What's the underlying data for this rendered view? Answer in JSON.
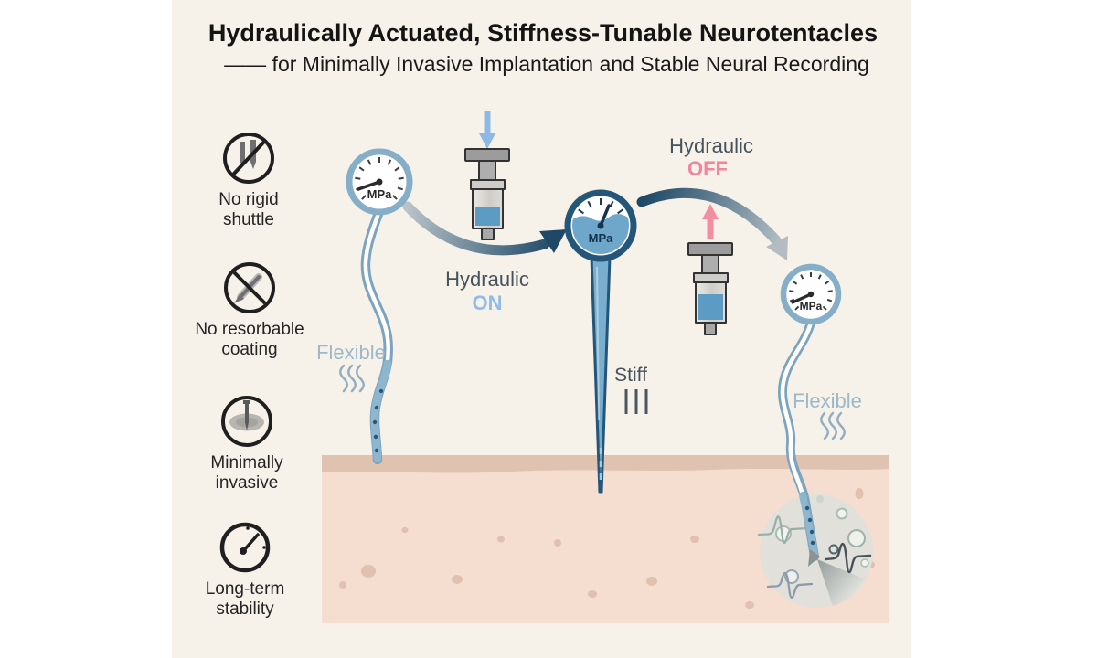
{
  "figure": {
    "title": "Hydraulically Actuated, Stiffness-Tunable Neurotentacles",
    "subtitle": "—— for Minimally Invasive Implantation and Stable Neural Recording"
  },
  "sidebar": {
    "items": [
      {
        "icon": "no-rigid-shuttle-icon",
        "label": "No rigid\nshuttle"
      },
      {
        "icon": "no-resorbable-coating-icon",
        "label": "No resorbable\ncoating"
      },
      {
        "icon": "minimally-invasive-icon",
        "label": "Minimally\ninvasive"
      },
      {
        "icon": "long-term-stability-icon",
        "label": "Long-term\nstability"
      }
    ]
  },
  "diagram": {
    "gauge_unit": "MPa",
    "states": {
      "left": "Flexible",
      "middle": "Stiff",
      "right": "Flexible"
    },
    "hydraulic_on": {
      "label": "Hydraulic",
      "state": "ON"
    },
    "hydraulic_off": {
      "label": "Hydraulic",
      "state": "OFF"
    }
  },
  "colors": {
    "background": "#f7f2e9",
    "accent_blue": "#7ca4be",
    "navy": "#1d4766",
    "liquid_blue": "#6ea7c9",
    "on_blue": "#8fbce8",
    "off_pink": "#f2849c",
    "tissue": "#f5ddd0",
    "tissue_band": "#e0c2b1",
    "magnifier_gray": "#e1e0da"
  }
}
